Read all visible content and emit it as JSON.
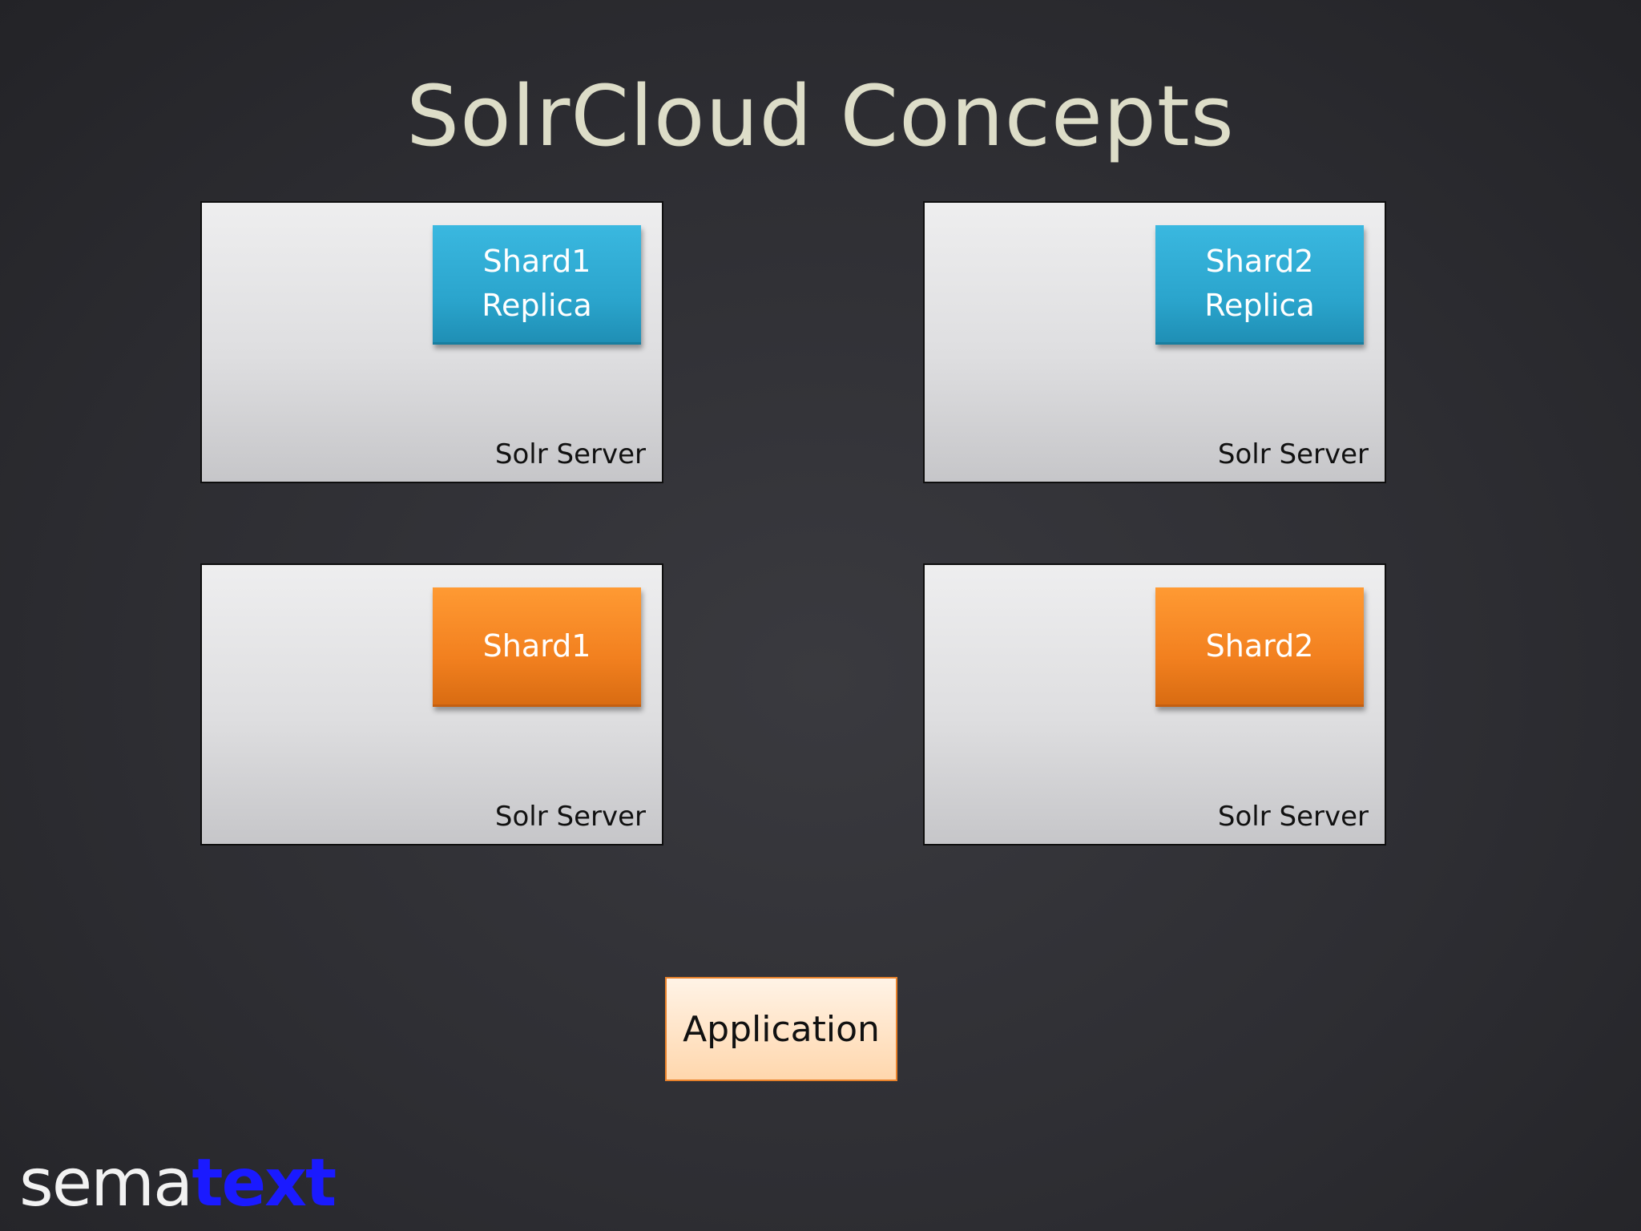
{
  "slide": {
    "title": "SolrCloud Concepts"
  },
  "servers": [
    {
      "label": "Solr Server",
      "shard_line1": "Shard1",
      "shard_line2": "Replica",
      "shard_kind": "replica",
      "shard_color": "#2aa4cc"
    },
    {
      "label": "Solr Server",
      "shard_line1": "Shard2",
      "shard_line2": "Replica",
      "shard_kind": "replica",
      "shard_color": "#2aa4cc"
    },
    {
      "label": "Solr Server",
      "shard_line1": "Shard1",
      "shard_line2": "",
      "shard_kind": "primary",
      "shard_color": "#f2801f"
    },
    {
      "label": "Solr Server",
      "shard_line1": "Shard2",
      "shard_line2": "",
      "shard_kind": "primary",
      "shard_color": "#f2801f"
    }
  ],
  "application": {
    "label": "Application",
    "color": "#ffd7ad"
  },
  "logo": {
    "part_a": "sema",
    "part_b": "text",
    "color_a": "#f2f2f2",
    "color_b": "#1a1aff"
  }
}
